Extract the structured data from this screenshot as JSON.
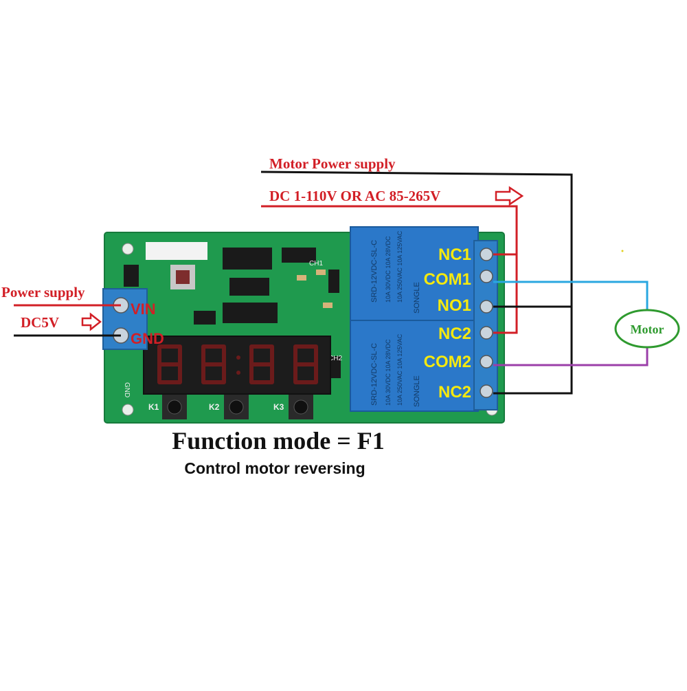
{
  "labels": {
    "motor_supply_title": "Motor Power supply",
    "motor_supply_range": "DC 1-110V OR AC 85-265V",
    "power_supply_title": "Power supply",
    "power_supply_voltage": "DC5V",
    "motor": "Motor"
  },
  "input_terminals": {
    "vin": "VIN",
    "gnd": "GND"
  },
  "relay_terminals": [
    "NC1",
    "COM1",
    "NO1",
    "NC2",
    "COM2",
    "NC2"
  ],
  "board_markings": {
    "relay_model": "SRD-12VDC-SL-C",
    "relay_rating_1": "10A 250VAC  10A 125VAC",
    "relay_rating_2": "10A 30VDC  10A 28VDC",
    "relay_brand": "SONGLE",
    "ch1": "CH1",
    "ch2": "CH2",
    "gnd_silk": "GND",
    "buttons": [
      "K1",
      "K2",
      "K3"
    ]
  },
  "caption": {
    "title": "Function mode = F1",
    "subtitle": "Control motor reversing"
  },
  "colors": {
    "pcb_green": "#1f9a4e",
    "relay_blue": "#2b78c9",
    "terminal_blue": "#2f80c8",
    "wire_red": "#d21f26",
    "wire_black": "#111111",
    "wire_cyan": "#2aa7e0",
    "wire_purple": "#9b3fa9",
    "motor_green": "#2f9a2f",
    "pin_text": "#f5e90f"
  }
}
